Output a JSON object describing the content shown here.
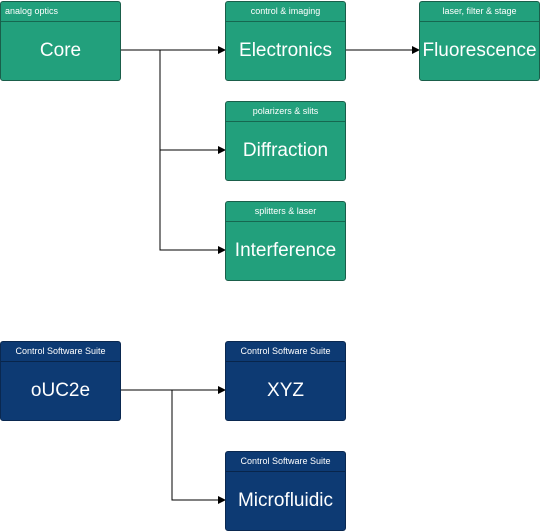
{
  "nodes": {
    "core": {
      "header": "analog optics",
      "title": "Core"
    },
    "electronics": {
      "header": "control & imaging",
      "title": "Electronics"
    },
    "fluorescence": {
      "header": "laser, filter & stage",
      "title": "Fluorescence"
    },
    "diffraction": {
      "header": "polarizers & slits",
      "title": "Diffraction"
    },
    "interference": {
      "header": "splitters & laser",
      "title": "Interference"
    },
    "ouc2e": {
      "header": "Control Software Suite",
      "title": "oUC2e"
    },
    "xyz": {
      "header": "Control Software Suite",
      "title": "XYZ"
    },
    "microfluidic": {
      "header": "Control Software Suite",
      "title": "Microfluidic"
    }
  },
  "colors": {
    "green": "#22a07c",
    "blue": "#0d3a73",
    "edge": "#000000"
  }
}
